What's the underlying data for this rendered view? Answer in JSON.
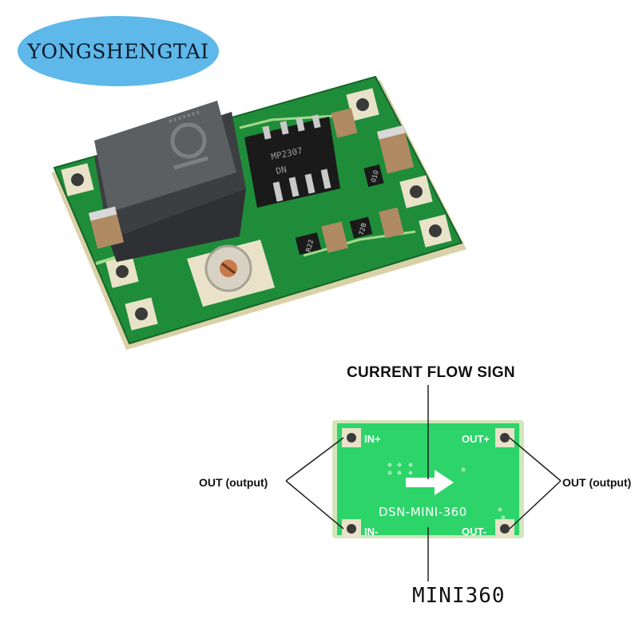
{
  "brand": {
    "name": "YONGSHENGTAI"
  },
  "board_photo": {
    "ic_marking": [
      "MP2307",
      "DN"
    ],
    "resistor_markings": [
      "R22",
      "72B"
    ],
    "small_part_marking": "010"
  },
  "diagram": {
    "title": "CURRENT FLOW SIGN",
    "left_label": "OUT (output)",
    "right_label": "OUT (output)",
    "model_label": "MINI360",
    "board": {
      "silkscreen": "DSN-MINI-360",
      "pins": {
        "in_plus": "IN+",
        "in_minus": "IN-",
        "out_plus": "OUT+",
        "out_minus": "OUT-"
      }
    }
  },
  "colors": {
    "brand_ellipse": "#5fb8ea",
    "pcb_green": "#1f8c3a",
    "diagram_pcb": "#2dd46a",
    "inductor": "#5b5f62"
  }
}
